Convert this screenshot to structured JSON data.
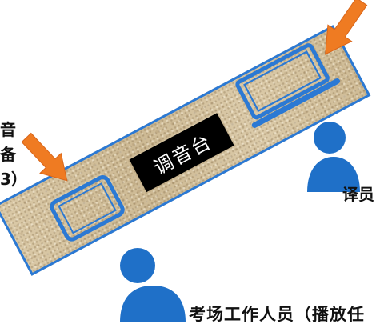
{
  "diagram": {
    "console_label": "调音台",
    "left_label_lines": [
      "音",
      "备",
      "3）"
    ],
    "interpreter_label": "译员",
    "staff_label": "考场工作人员（播放任"
  },
  "icons": {
    "laptop": "laptop-icon",
    "tablet": "tablet-icon",
    "person": "person-icon",
    "arrow": "orange-arrow-icon"
  },
  "colors": {
    "device_blue": "#2b79d4",
    "person_blue": "#1f70c8",
    "arrow_orange": "#ef7b22",
    "table": "#d6c39d",
    "label_bg": "#000000"
  }
}
